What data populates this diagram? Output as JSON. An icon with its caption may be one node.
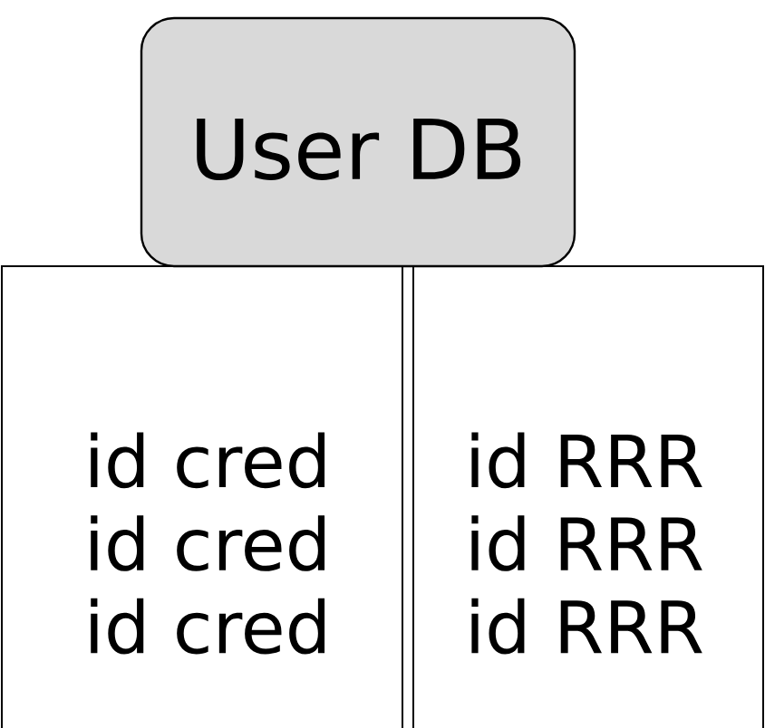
{
  "diagram": {
    "nodes": [
      {
        "text": [
          "User DB"
        ]
      },
      {
        "text": [
          "id cred",
          "id cred",
          "id cred"
        ]
      },
      {
        "text": [
          "id RRR",
          "id RRR",
          "id RRR"
        ]
      }
    ]
  }
}
